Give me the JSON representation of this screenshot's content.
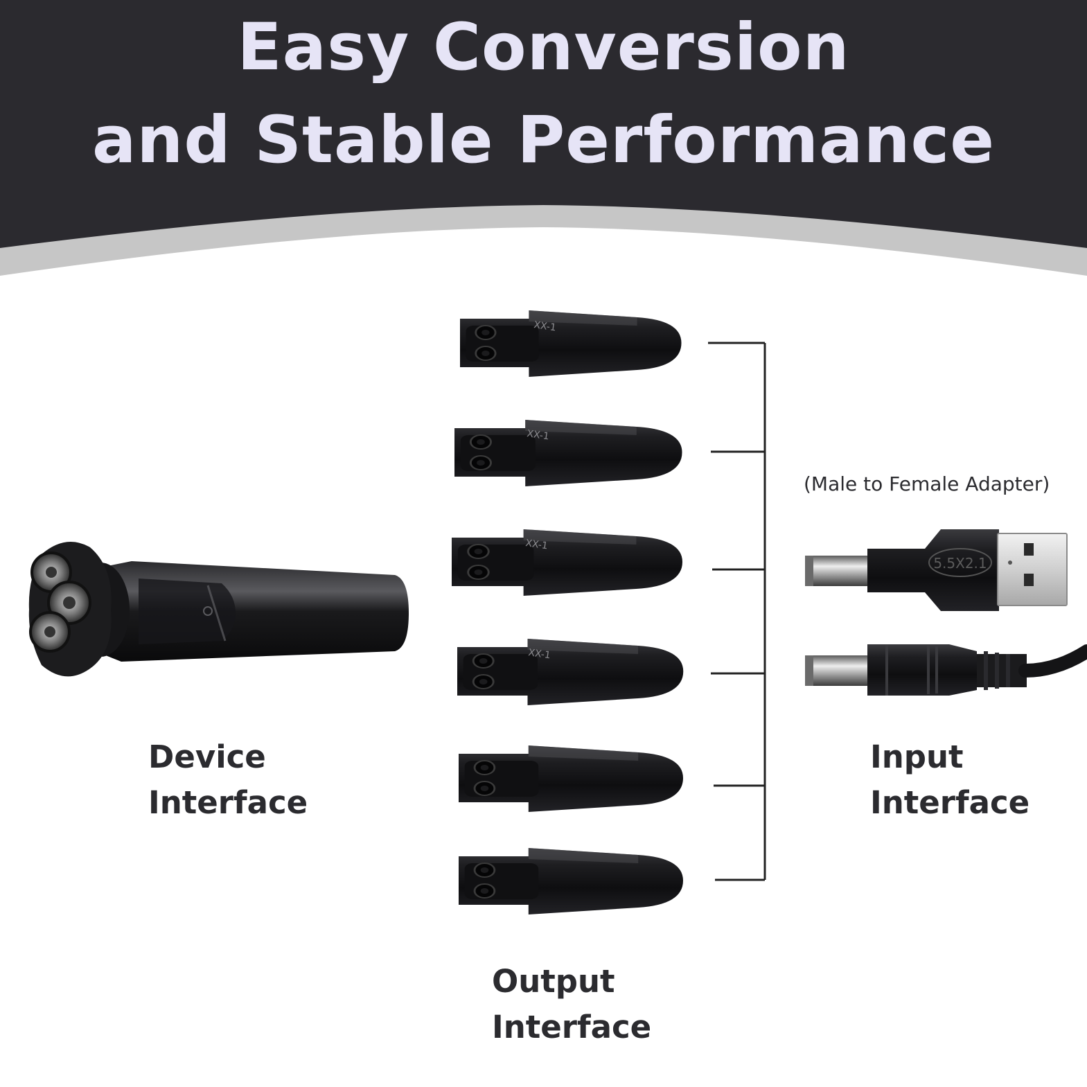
{
  "header": {
    "title_line1": "Easy Conversion",
    "title_line2": "and Stable Performance"
  },
  "labels": {
    "device": [
      "Device",
      "Interface"
    ],
    "output": [
      "Output",
      "Interface"
    ],
    "input": [
      "Input",
      "Interface"
    ],
    "adapter_note": "(Male to Female Adapter)"
  },
  "products": {
    "adapter_tip_mark": "XX-1",
    "usb_plug_mark": "5.5X2.1"
  },
  "colors": {
    "banner": "#2b2a2f",
    "banner_band": "#c6c6c6",
    "title_text": "#e6e4f6",
    "label_text": "#2b2b2f",
    "product": "#1b1b1d",
    "bracket": "#222222"
  }
}
